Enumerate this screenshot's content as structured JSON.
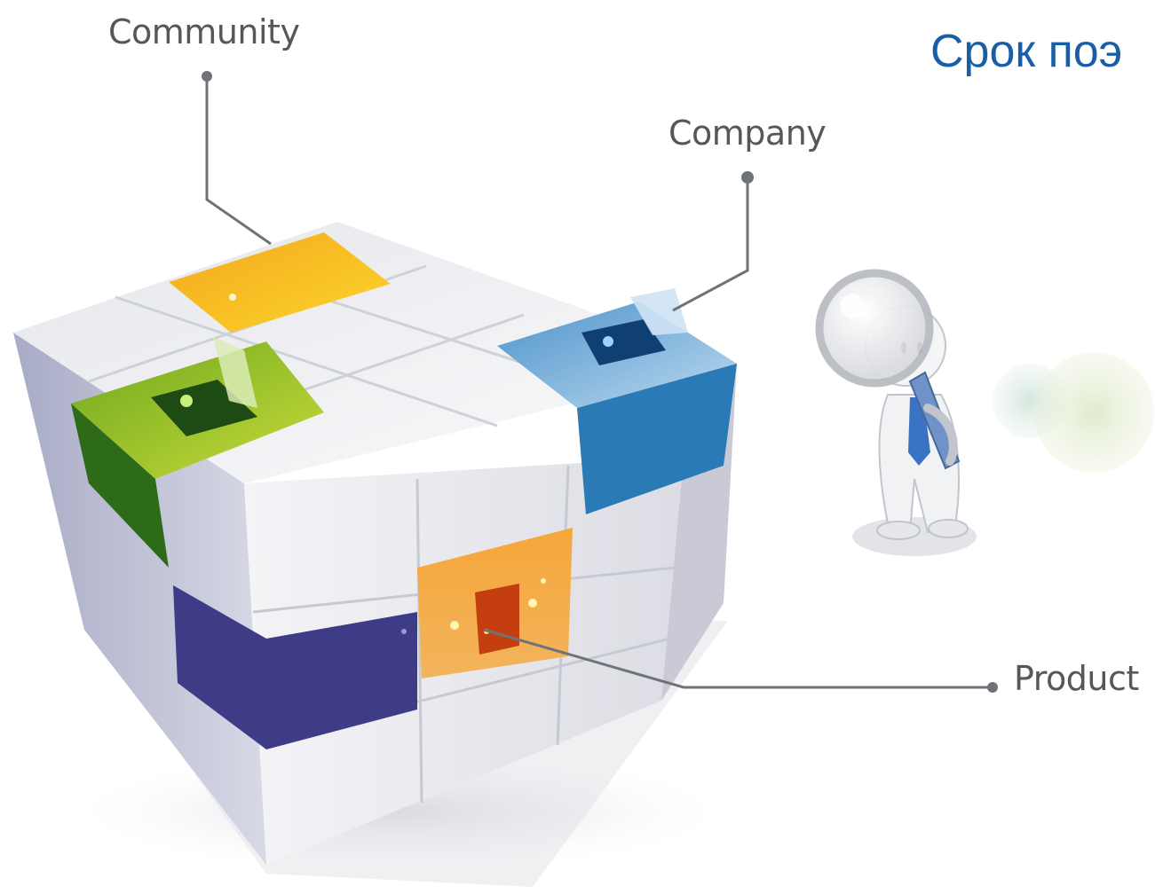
{
  "labels": {
    "community": "Community",
    "company": "Company",
    "product": "Product"
  },
  "title": "Срок поэ",
  "icons": {
    "figure": "magnifier-figure-icon",
    "cube": "cube-icon"
  },
  "colors": {
    "title": "#1a5fa6",
    "label": "#55575b",
    "leader_line": "#6f7277",
    "community_tile": "#f6b81c",
    "company_tile": "#5aa3d6",
    "product_tile": "#f3a53b",
    "green_tile": "#7fb020",
    "purple_tile": "#3e3b87",
    "cube_white": "#f2f3f6",
    "cube_side": "#b9bdd2"
  }
}
